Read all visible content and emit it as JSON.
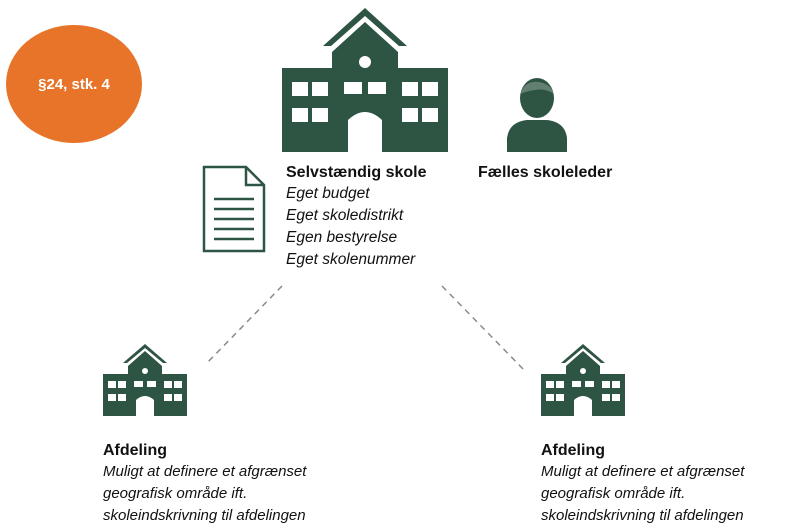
{
  "badge": {
    "label": "§24, stk. 4",
    "color": "#E8742A"
  },
  "main_school": {
    "icon": "school-building-icon",
    "title": "Selvstændig skole",
    "items": [
      "Eget budget",
      "Eget skoledistrikt",
      "Egen bestyrelse",
      "Eget skolenummer"
    ]
  },
  "leader": {
    "icon": "person-icon",
    "label": "Fælles skoleleder"
  },
  "document": {
    "icon": "document-icon"
  },
  "branches": [
    {
      "icon": "school-building-icon",
      "title": "Afdeling",
      "lines": [
        "Muligt at definere et afgrænset",
        "geografisk område ift.",
        "skoleindskrivning til afdelingen"
      ]
    },
    {
      "icon": "school-building-icon",
      "title": "Afdeling",
      "lines": [
        "Muligt at definere et afgrænset",
        "geografisk område ift.",
        "skoleindskrivning til afdelingen"
      ]
    }
  ],
  "colors": {
    "icon_green": "#2E5443",
    "accent_orange": "#E8742A",
    "connector_gray": "#8A8A8A"
  }
}
